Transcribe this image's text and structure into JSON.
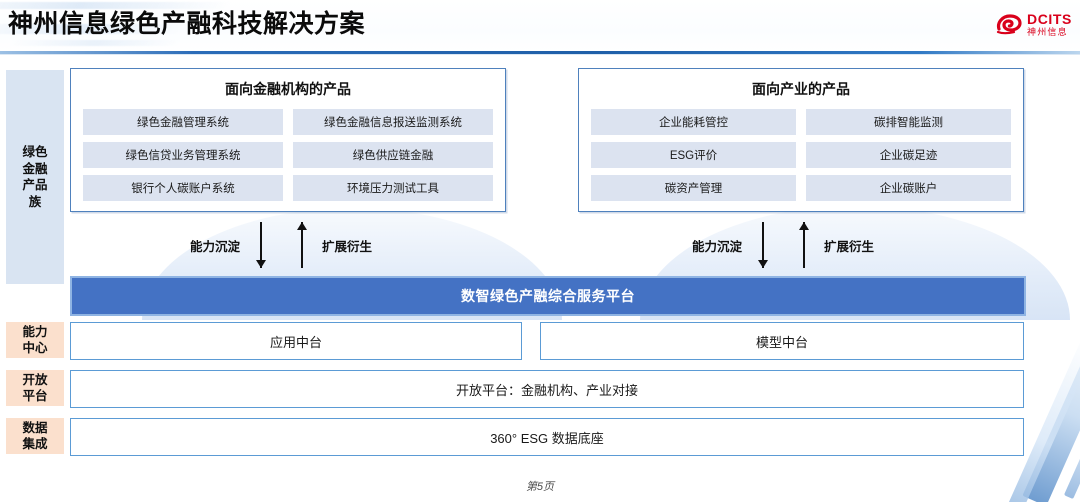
{
  "header": {
    "title": "神州信息绿色产融科技解决方案",
    "logo": {
      "mark": "dcits-swirl-icon",
      "main": "DCITS",
      "sub": "神州信息",
      "color": "#d9001b"
    }
  },
  "sidebar": {
    "items": [
      {
        "label": "绿色\n金融\n产品\n族",
        "color": "#d9e4f2"
      },
      {
        "label": "能力\n中心",
        "color": "#fbe0cd"
      },
      {
        "label": "开放\n平台",
        "color": "#fbe0cd"
      },
      {
        "label": "数据\n集成",
        "color": "#fbe0cd"
      }
    ]
  },
  "cards": [
    {
      "title": "面向金融机构的产品",
      "items": [
        "绿色金融管理系统",
        "绿色金融信息报送监测系统",
        "绿色信贷业务管理系统",
        "绿色供应链金融",
        "银行个人碳账户系统",
        "环境压力测试工具"
      ]
    },
    {
      "title": "面向产业的产品",
      "items": [
        "企业能耗管控",
        "碳排智能监测",
        "ESG评价",
        "企业碳足迹",
        "碳资产管理",
        "企业碳账户"
      ]
    }
  ],
  "flows": [
    {
      "down_label": "能力沉淀",
      "up_label": "扩展衍生"
    },
    {
      "down_label": "能力沉淀",
      "up_label": "扩展衍生"
    }
  ],
  "platform": {
    "label": "数智绿色产融综合服务平台",
    "bg": "#4472c4",
    "text_color": "#ffffff"
  },
  "capability_center": {
    "left": "应用中台",
    "right": "模型中台"
  },
  "open_platform": {
    "label": "开放平台：金融机构、产业对接"
  },
  "data_integration": {
    "label": "360° ESG 数据底座"
  },
  "footer": {
    "page": "第5页"
  },
  "theme": {
    "accent_blue": "#4472c4",
    "border_blue": "#5b9bd5",
    "card_border": "#4f81bd",
    "chip_bg": "#dce3f0",
    "sidebar_blue": "#d9e4f2",
    "sidebar_peach": "#fbe0cd"
  }
}
